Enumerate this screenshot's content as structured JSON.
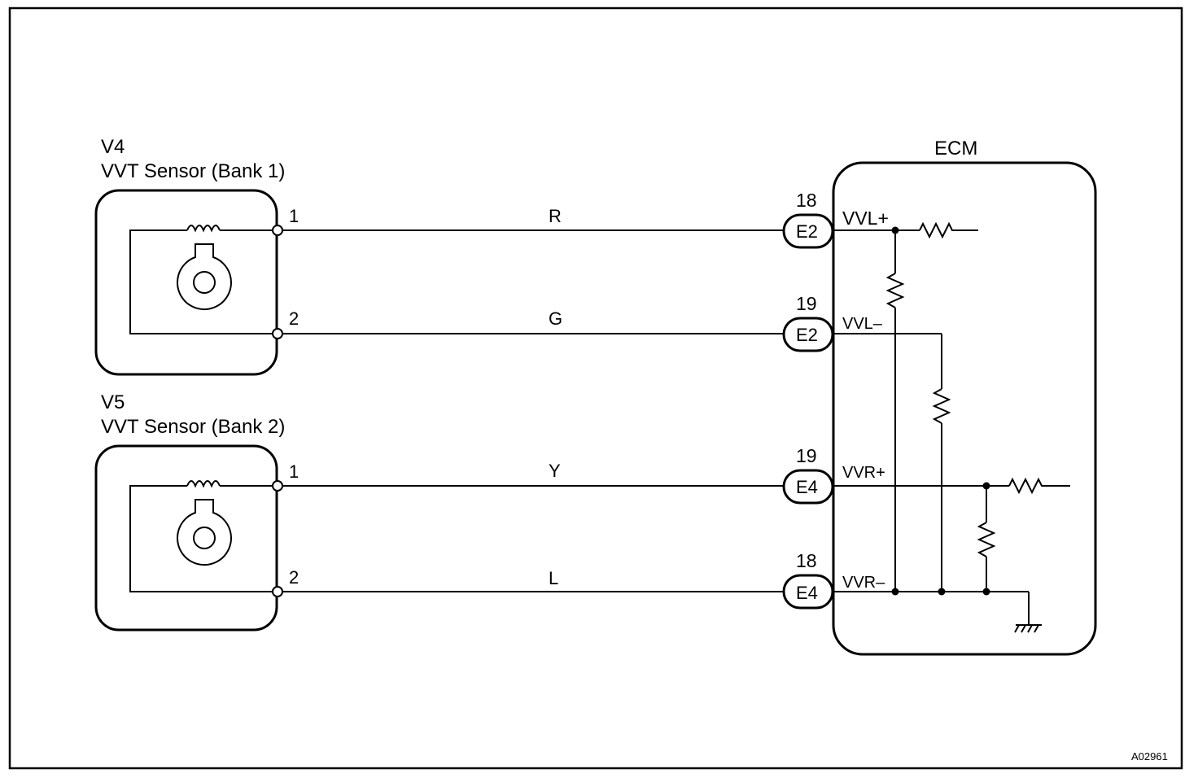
{
  "sensors": [
    {
      "id": "V4",
      "name": "VVT Sensor (Bank 1)",
      "pins": [
        "1",
        "2"
      ]
    },
    {
      "id": "V5",
      "name": "VVT Sensor (Bank 2)",
      "pins": [
        "1",
        "2"
      ]
    }
  ],
  "wires": [
    {
      "color": "R",
      "connector_no": "18",
      "connector": "E2",
      "signal": "VVL+"
    },
    {
      "color": "G",
      "connector_no": "19",
      "connector": "E2",
      "signal": "VVL–"
    },
    {
      "color": "Y",
      "connector_no": "19",
      "connector": "E4",
      "signal": "VVR+"
    },
    {
      "color": "L",
      "connector_no": "18",
      "connector": "E4",
      "signal": "VVR–"
    }
  ],
  "ecm": {
    "label": "ECM"
  },
  "figure_code": "A02961"
}
